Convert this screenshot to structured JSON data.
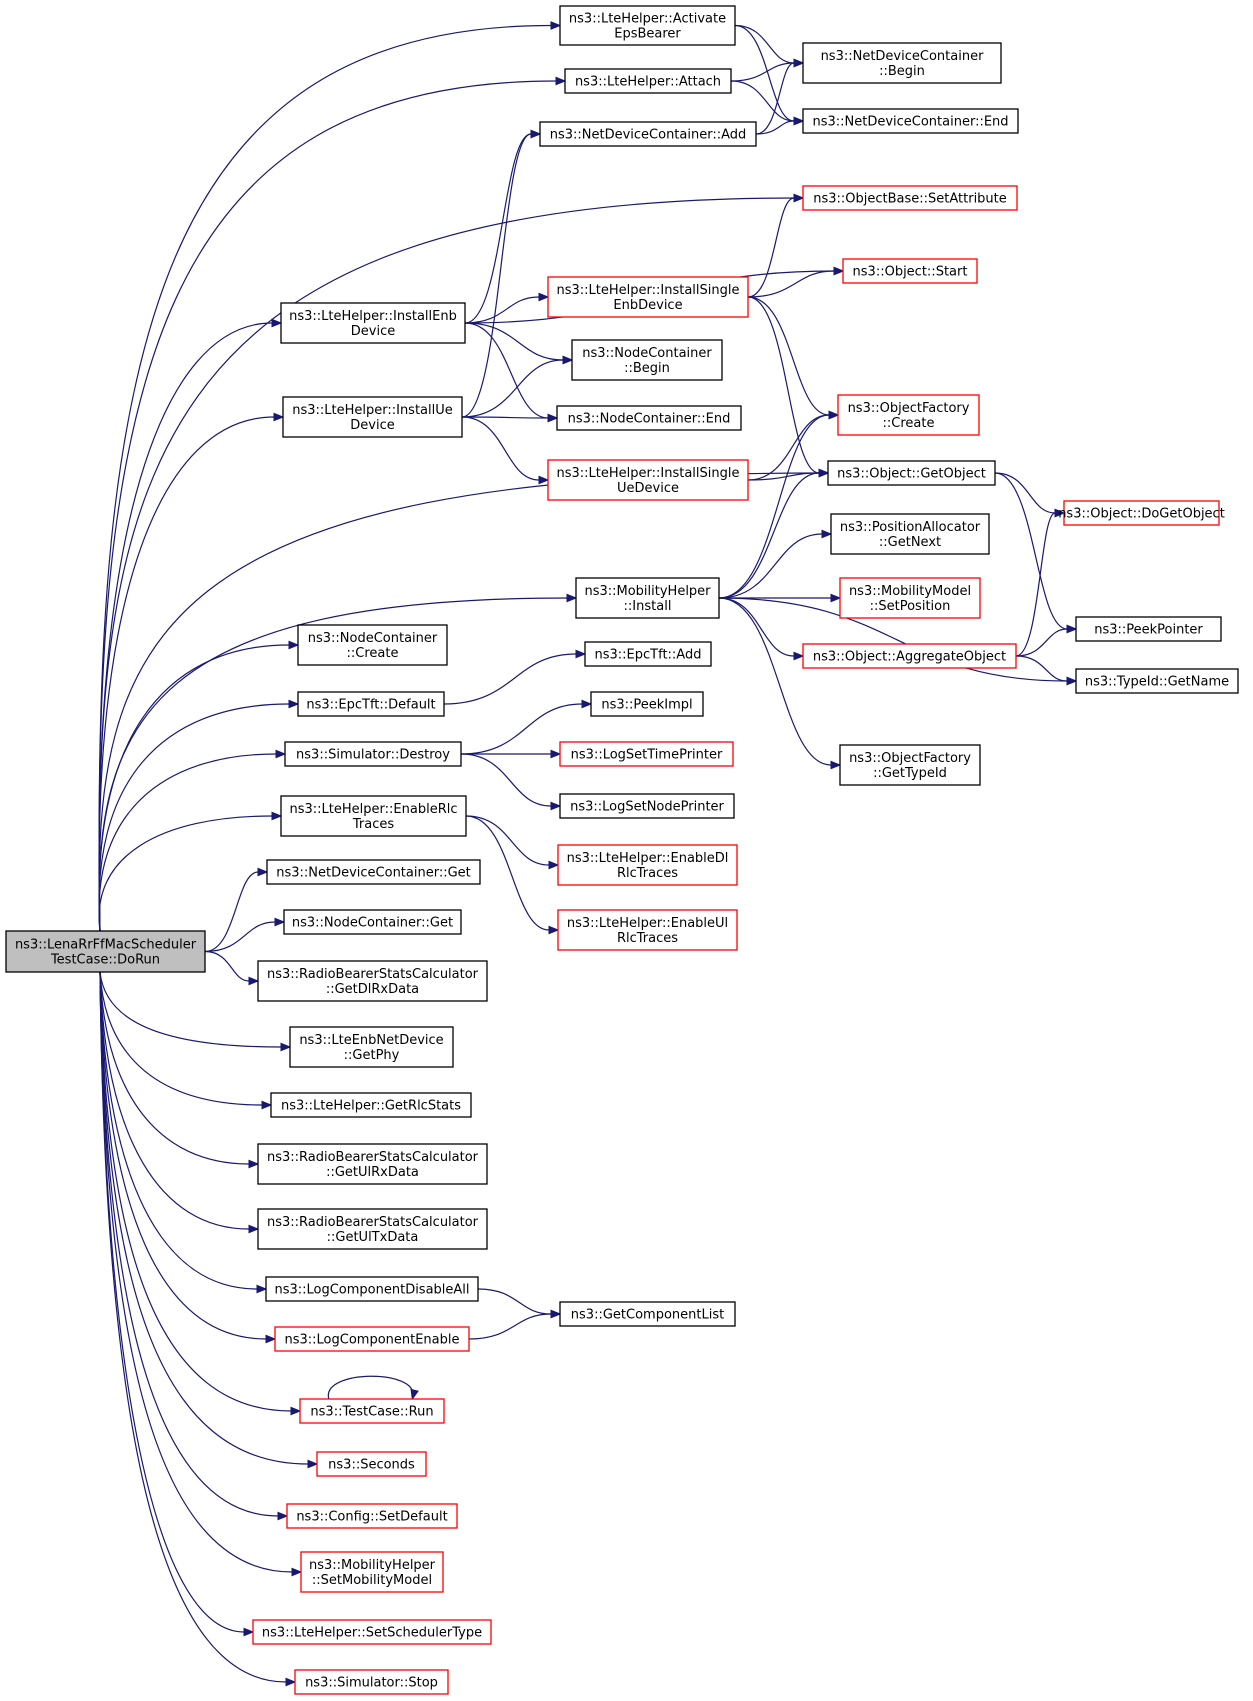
{
  "colors": {
    "edge": "#191970",
    "border_normal": "#000000",
    "border_red": "#ff0000",
    "root_fill": "#bfbfbf",
    "node_fill": "#ffffff"
  },
  "nodes": [
    {
      "id": "root",
      "lines": [
        "ns3::LenaRrFfMacScheduler",
        "TestCase::DoRun"
      ],
      "style": "root"
    },
    {
      "id": "activate",
      "lines": [
        "ns3::LteHelper::Activate",
        "EpsBearer"
      ],
      "style": "normal"
    },
    {
      "id": "attach",
      "lines": [
        "ns3::LteHelper::Attach"
      ],
      "style": "normal"
    },
    {
      "id": "ndcAdd",
      "lines": [
        "ns3::NetDeviceContainer::Add"
      ],
      "style": "normal"
    },
    {
      "id": "ndcBegin",
      "lines": [
        "ns3::NetDeviceContainer",
        "::Begin"
      ],
      "style": "normal"
    },
    {
      "id": "ndcEnd",
      "lines": [
        "ns3::NetDeviceContainer::End"
      ],
      "style": "normal"
    },
    {
      "id": "setAttr",
      "lines": [
        "ns3::ObjectBase::SetAttribute"
      ],
      "style": "red"
    },
    {
      "id": "objStart",
      "lines": [
        "ns3::Object::Start"
      ],
      "style": "red"
    },
    {
      "id": "installEnb",
      "lines": [
        "ns3::LteHelper::InstallEnb",
        "Device"
      ],
      "style": "normal"
    },
    {
      "id": "installSingleEnb",
      "lines": [
        "ns3::LteHelper::InstallSingle",
        "EnbDevice"
      ],
      "style": "red"
    },
    {
      "id": "ncBegin",
      "lines": [
        "ns3::NodeContainer",
        "::Begin"
      ],
      "style": "normal"
    },
    {
      "id": "installUe",
      "lines": [
        "ns3::LteHelper::InstallUe",
        "Device"
      ],
      "style": "normal"
    },
    {
      "id": "ncEnd",
      "lines": [
        "ns3::NodeContainer::End"
      ],
      "style": "normal"
    },
    {
      "id": "ofCreate",
      "lines": [
        "ns3::ObjectFactory",
        "::Create"
      ],
      "style": "red"
    },
    {
      "id": "installSingleUe",
      "lines": [
        "ns3::LteHelper::InstallSingle",
        "UeDevice"
      ],
      "style": "red"
    },
    {
      "id": "getObject",
      "lines": [
        "ns3::Object::GetObject"
      ],
      "style": "normal"
    },
    {
      "id": "doGetObject",
      "lines": [
        "ns3::Object::DoGetObject"
      ],
      "style": "red"
    },
    {
      "id": "paGetNext",
      "lines": [
        "ns3::PositionAllocator",
        "::GetNext"
      ],
      "style": "normal"
    },
    {
      "id": "mhInstall",
      "lines": [
        "ns3::MobilityHelper",
        "::Install"
      ],
      "style": "normal"
    },
    {
      "id": "mmSetPos",
      "lines": [
        "ns3::MobilityModel",
        "::SetPosition"
      ],
      "style": "red"
    },
    {
      "id": "peekPointer",
      "lines": [
        "ns3::PeekPointer"
      ],
      "style": "normal"
    },
    {
      "id": "ncCreate",
      "lines": [
        "ns3::NodeContainer",
        "::Create"
      ],
      "style": "normal"
    },
    {
      "id": "aggObj",
      "lines": [
        "ns3::Object::AggregateObject"
      ],
      "style": "red"
    },
    {
      "id": "epcAdd",
      "lines": [
        "ns3::EpcTft::Add"
      ],
      "style": "normal"
    },
    {
      "id": "epcDefault",
      "lines": [
        "ns3::EpcTft::Default"
      ],
      "style": "normal"
    },
    {
      "id": "typeIdGetName",
      "lines": [
        "ns3::TypeId::GetName"
      ],
      "style": "normal"
    },
    {
      "id": "peekImpl",
      "lines": [
        "ns3::PeekImpl"
      ],
      "style": "normal"
    },
    {
      "id": "simDestroy",
      "lines": [
        "ns3::Simulator::Destroy"
      ],
      "style": "normal"
    },
    {
      "id": "logTimePrinter",
      "lines": [
        "ns3::LogSetTimePrinter"
      ],
      "style": "red"
    },
    {
      "id": "ofGetTypeId",
      "lines": [
        "ns3::ObjectFactory",
        "::GetTypeId"
      ],
      "style": "normal"
    },
    {
      "id": "logNodePrinter",
      "lines": [
        "ns3::LogSetNodePrinter"
      ],
      "style": "normal"
    },
    {
      "id": "enableRlc",
      "lines": [
        "ns3::LteHelper::EnableRlc",
        "Traces"
      ],
      "style": "normal"
    },
    {
      "id": "enableDlRlc",
      "lines": [
        "ns3::LteHelper::EnableDl",
        "RlcTraces"
      ],
      "style": "red"
    },
    {
      "id": "ndcGet",
      "lines": [
        "ns3::NetDeviceContainer::Get"
      ],
      "style": "normal"
    },
    {
      "id": "enableUlRlc",
      "lines": [
        "ns3::LteHelper::EnableUl",
        "RlcTraces"
      ],
      "style": "red"
    },
    {
      "id": "ncGet",
      "lines": [
        "ns3::NodeContainer::Get"
      ],
      "style": "normal"
    },
    {
      "id": "rbGetDlRx",
      "lines": [
        "ns3::RadioBearerStatsCalculator",
        "::GetDlRxData"
      ],
      "style": "normal"
    },
    {
      "id": "enbGetPhy",
      "lines": [
        "ns3::LteEnbNetDevice",
        "::GetPhy"
      ],
      "style": "normal"
    },
    {
      "id": "getRlcStats",
      "lines": [
        "ns3::LteHelper::GetRlcStats"
      ],
      "style": "normal"
    },
    {
      "id": "rbGetUlRx",
      "lines": [
        "ns3::RadioBearerStatsCalculator",
        "::GetUlRxData"
      ],
      "style": "normal"
    },
    {
      "id": "rbGetUlTx",
      "lines": [
        "ns3::RadioBearerStatsCalculator",
        "::GetUlTxData"
      ],
      "style": "normal"
    },
    {
      "id": "logDisableAll",
      "lines": [
        "ns3::LogComponentDisableAll"
      ],
      "style": "normal"
    },
    {
      "id": "getCompList",
      "lines": [
        "ns3::GetComponentList"
      ],
      "style": "normal"
    },
    {
      "id": "logEnable",
      "lines": [
        "ns3::LogComponentEnable"
      ],
      "style": "red"
    },
    {
      "id": "testRun",
      "lines": [
        "ns3::TestCase::Run"
      ],
      "style": "red"
    },
    {
      "id": "seconds",
      "lines": [
        "ns3::Seconds"
      ],
      "style": "red"
    },
    {
      "id": "configSetDefault",
      "lines": [
        "ns3::Config::SetDefault"
      ],
      "style": "red"
    },
    {
      "id": "setMobilityModel",
      "lines": [
        "ns3::MobilityHelper",
        "::SetMobilityModel"
      ],
      "style": "red"
    },
    {
      "id": "setSchedType",
      "lines": [
        "ns3::LteHelper::SetSchedulerType"
      ],
      "style": "red"
    },
    {
      "id": "simStop",
      "lines": [
        "ns3::Simulator::Stop"
      ],
      "style": "red"
    }
  ],
  "edges": [
    [
      "root",
      "activate"
    ],
    [
      "root",
      "attach"
    ],
    [
      "root",
      "setAttr"
    ],
    [
      "root",
      "installEnb"
    ],
    [
      "root",
      "installUe"
    ],
    [
      "root",
      "getObject"
    ],
    [
      "root",
      "mhInstall"
    ],
    [
      "root",
      "ncCreate"
    ],
    [
      "root",
      "epcDefault"
    ],
    [
      "root",
      "simDestroy"
    ],
    [
      "root",
      "enableRlc"
    ],
    [
      "root",
      "ndcGet"
    ],
    [
      "root",
      "ncGet"
    ],
    [
      "root",
      "rbGetDlRx"
    ],
    [
      "root",
      "enbGetPhy"
    ],
    [
      "root",
      "getRlcStats"
    ],
    [
      "root",
      "rbGetUlRx"
    ],
    [
      "root",
      "rbGetUlTx"
    ],
    [
      "root",
      "logDisableAll"
    ],
    [
      "root",
      "logEnable"
    ],
    [
      "root",
      "testRun"
    ],
    [
      "root",
      "seconds"
    ],
    [
      "root",
      "configSetDefault"
    ],
    [
      "root",
      "setMobilityModel"
    ],
    [
      "root",
      "setSchedType"
    ],
    [
      "root",
      "simStop"
    ],
    [
      "activate",
      "ndcBegin"
    ],
    [
      "activate",
      "ndcEnd"
    ],
    [
      "attach",
      "ndcBegin"
    ],
    [
      "attach",
      "ndcEnd"
    ],
    [
      "ndcAdd",
      "ndcBegin"
    ],
    [
      "ndcAdd",
      "ndcEnd"
    ],
    [
      "installEnb",
      "ndcAdd"
    ],
    [
      "installEnb",
      "objStart"
    ],
    [
      "installEnb",
      "installSingleEnb"
    ],
    [
      "installEnb",
      "ncBegin"
    ],
    [
      "installEnb",
      "ncEnd"
    ],
    [
      "installSingleEnb",
      "setAttr"
    ],
    [
      "installSingleEnb",
      "objStart"
    ],
    [
      "installSingleEnb",
      "ofCreate"
    ],
    [
      "installSingleEnb",
      "getObject"
    ],
    [
      "installUe",
      "ndcAdd"
    ],
    [
      "installUe",
      "ncBegin"
    ],
    [
      "installUe",
      "ncEnd"
    ],
    [
      "installUe",
      "installSingleUe"
    ],
    [
      "installSingleUe",
      "ofCreate"
    ],
    [
      "installSingleUe",
      "getObject"
    ],
    [
      "getObject",
      "doGetObject"
    ],
    [
      "getObject",
      "peekPointer"
    ],
    [
      "mhInstall",
      "ofCreate"
    ],
    [
      "mhInstall",
      "getObject"
    ],
    [
      "mhInstall",
      "paGetNext"
    ],
    [
      "mhInstall",
      "mmSetPos"
    ],
    [
      "mhInstall",
      "aggObj"
    ],
    [
      "mhInstall",
      "typeIdGetName"
    ],
    [
      "mhInstall",
      "ofGetTypeId"
    ],
    [
      "aggObj",
      "doGetObject"
    ],
    [
      "aggObj",
      "peekPointer"
    ],
    [
      "aggObj",
      "typeIdGetName"
    ],
    [
      "epcDefault",
      "epcAdd"
    ],
    [
      "simDestroy",
      "peekImpl"
    ],
    [
      "simDestroy",
      "logTimePrinter"
    ],
    [
      "simDestroy",
      "logNodePrinter"
    ],
    [
      "enableRlc",
      "enableDlRlc"
    ],
    [
      "enableRlc",
      "enableUlRlc"
    ],
    [
      "logDisableAll",
      "getCompList"
    ],
    [
      "logEnable",
      "getCompList"
    ],
    [
      "testRun",
      "testRun"
    ]
  ]
}
